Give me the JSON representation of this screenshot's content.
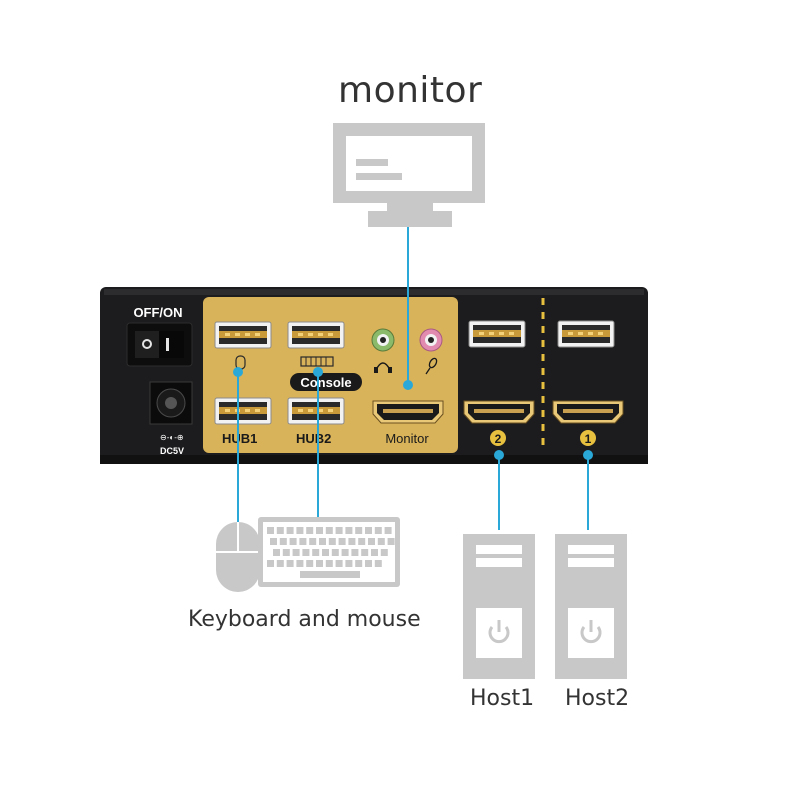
{
  "labels": {
    "monitor": "monitor",
    "keyboard_mouse": "Keyboard and mouse",
    "host1": "Host1",
    "host2": "Host2"
  },
  "device": {
    "power_label": "OFF/ON",
    "dc_label": "DC5V",
    "hub1": "HUB1",
    "hub2": "HUB2",
    "console": "Console",
    "monitor_port": "Monitor",
    "port_2": "2",
    "port_1": "1"
  },
  "colors": {
    "chassis": "#1c1c1e",
    "console_panel": "#d9b35a",
    "connector_line": "#2aa8d8",
    "icon_gray": "#c8c8c8",
    "label_text": "#333333",
    "divider_yellow": "#e8c040"
  }
}
